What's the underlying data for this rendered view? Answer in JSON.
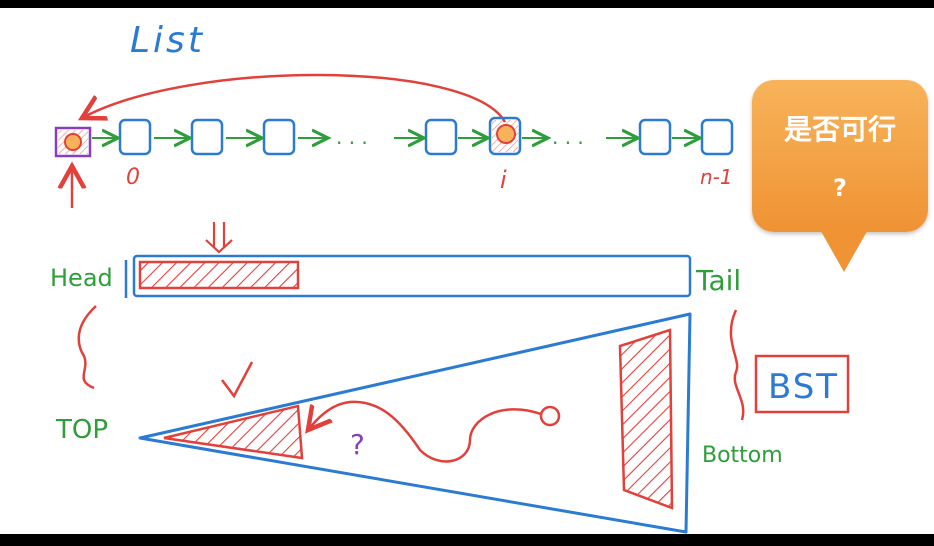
{
  "labels": {
    "list": "List",
    "idx_start": "0",
    "idx_mid": "i",
    "idx_end": "n-1",
    "dots": ". . .",
    "head": "Head",
    "tail": "Tail",
    "top": "TOP",
    "bottom": "Bottom",
    "bst": "BST",
    "question": "?"
  },
  "callout": {
    "text": "是否可行",
    "mark": "?"
  },
  "colors": {
    "blue": "#2a7bd1",
    "green": "#2e9e3a",
    "red": "#e2403a",
    "orange": "#ef9334",
    "purple": "#8a3dbf"
  }
}
